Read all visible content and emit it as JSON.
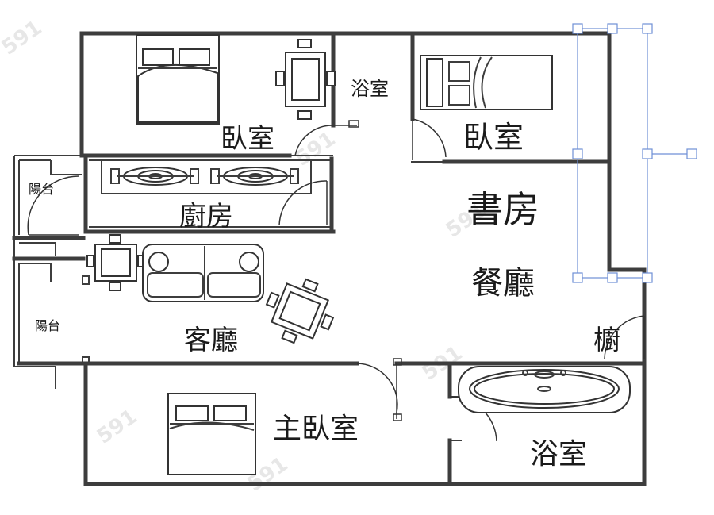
{
  "rooms": {
    "bedroom_a": "臥室",
    "bathroom_a": "浴室",
    "bedroom_b": "臥室",
    "balcony_a": "陽台",
    "kitchen": "廚房",
    "study": "書房",
    "dining": "餐廳",
    "balcony_b": "陽台",
    "living": "客廳",
    "cabinet": "櫥",
    "master": "主臥室",
    "bathroom_b": "浴室"
  },
  "watermark": "591",
  "colors": {
    "wall": "#3d3d3d",
    "selection": "#6f8fd6",
    "background": "#ffffff"
  }
}
